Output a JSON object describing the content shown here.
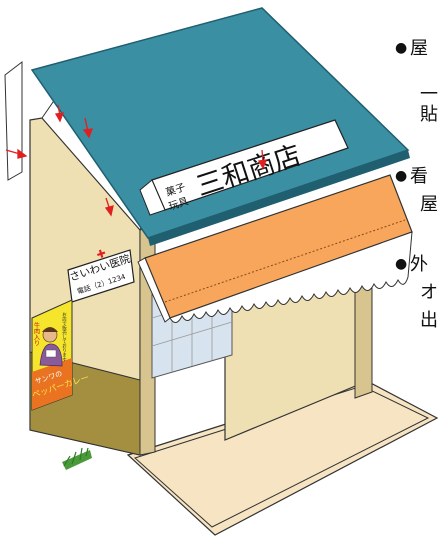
{
  "colors": {
    "roof": "#3b8fa3",
    "roof_edge": "#1f5f70",
    "wall_cream": "#efe0b3",
    "wall_tan": "#d8c48e",
    "wall_lower": "#a38f3f",
    "floor": "#f6e4c3",
    "awning": "#f7a65c",
    "poster_yellow": "#f5e52c",
    "poster_orange": "#e97320",
    "arrow_red": "#e02020",
    "window_blue": "#d7e3ee"
  },
  "signboard": {
    "small_line1": "菓子",
    "small_line2": "玩具",
    "main": "三和商店"
  },
  "clinic_sign": {
    "name": "さいわい医院",
    "phone": "電話（2）1234"
  },
  "poster": {
    "vertical_left": "牛肉入り",
    "vertical_right": "お店で販売しております",
    "brand": "サンワの",
    "product": "ペッパーカレー"
  },
  "right_notes": [
    {
      "bullet": "●",
      "line1": "屋",
      "line2_a": "一",
      "line2_b": "貼"
    },
    {
      "bullet": "●",
      "line1": "看",
      "line2": "屋"
    },
    {
      "bullet": "●",
      "line1": "外",
      "line2": "オ",
      "line3": "出"
    }
  ],
  "icons": [
    "arrow-down-icon",
    "arrow-right-icon",
    "flower-icon",
    "cross-icon"
  ]
}
